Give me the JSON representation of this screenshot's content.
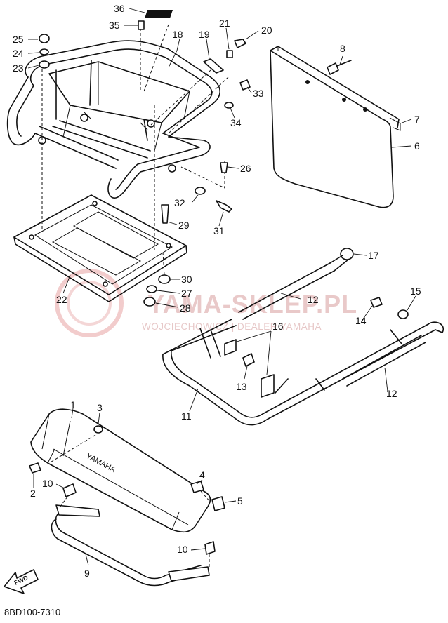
{
  "diagram": {
    "code": "8BD100-7310",
    "fwd_label": "FWD",
    "brand_emboss": "YAMAHA",
    "watermark": {
      "main": "YAMA-SKLEP.PL",
      "sub": "WOJCIECHOWICZ | DEALER YAMAHA"
    },
    "callouts": [
      {
        "id": "c36",
        "label": "36"
      },
      {
        "id": "c35",
        "label": "35"
      },
      {
        "id": "c18",
        "label": "18"
      },
      {
        "id": "c19",
        "label": "19"
      },
      {
        "id": "c21",
        "label": "21"
      },
      {
        "id": "c20",
        "label": "20"
      },
      {
        "id": "c25",
        "label": "25"
      },
      {
        "id": "c24",
        "label": "24"
      },
      {
        "id": "c23",
        "label": "23"
      },
      {
        "id": "c8",
        "label": "8"
      },
      {
        "id": "c33",
        "label": "33"
      },
      {
        "id": "c7",
        "label": "7"
      },
      {
        "id": "c34",
        "label": "34"
      },
      {
        "id": "c6",
        "label": "6"
      },
      {
        "id": "c26",
        "label": "26"
      },
      {
        "id": "c32",
        "label": "32"
      },
      {
        "id": "c29",
        "label": "29"
      },
      {
        "id": "c31",
        "label": "31"
      },
      {
        "id": "c17",
        "label": "17"
      },
      {
        "id": "c30",
        "label": "30"
      },
      {
        "id": "c27",
        "label": "27"
      },
      {
        "id": "c22",
        "label": "22"
      },
      {
        "id": "c28",
        "label": "28"
      },
      {
        "id": "c12a",
        "label": "12"
      },
      {
        "id": "c15",
        "label": "15"
      },
      {
        "id": "c14",
        "label": "14"
      },
      {
        "id": "c16",
        "label": "16"
      },
      {
        "id": "c13",
        "label": "13"
      },
      {
        "id": "c12b",
        "label": "12"
      },
      {
        "id": "c11",
        "label": "11"
      },
      {
        "id": "c1",
        "label": "1"
      },
      {
        "id": "c3",
        "label": "3"
      },
      {
        "id": "c2",
        "label": "2"
      },
      {
        "id": "c10a",
        "label": "10"
      },
      {
        "id": "c4",
        "label": "4"
      },
      {
        "id": "c5",
        "label": "5"
      },
      {
        "id": "c10b",
        "label": "10"
      },
      {
        "id": "c9",
        "label": "9"
      }
    ]
  }
}
